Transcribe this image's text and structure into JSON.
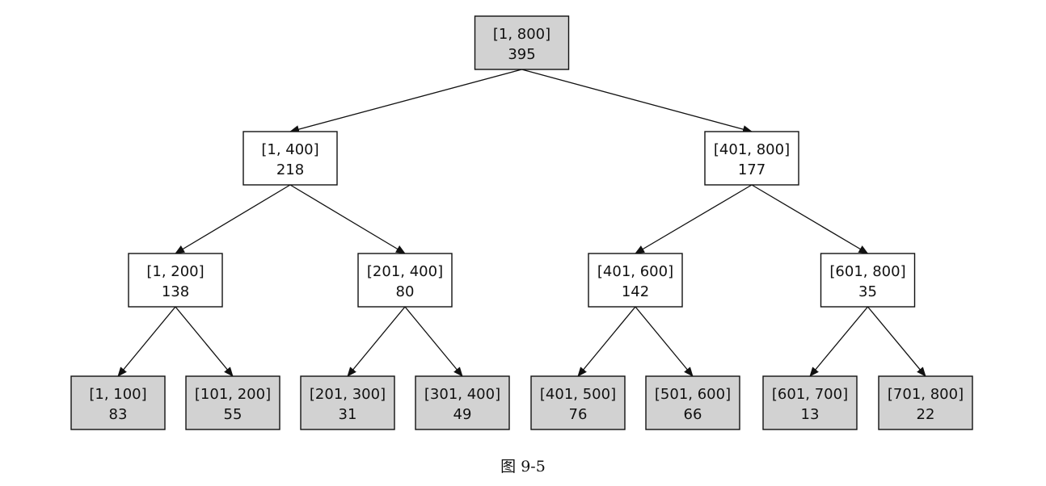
{
  "colors": {
    "shaded_fill": "#d2d2d2",
    "plain_fill": "#ffffff",
    "stroke": "#111111"
  },
  "caption": "图 9-5",
  "tree": {
    "nodes": [
      {
        "id": "n-1-800",
        "range": "[1, 800]",
        "value": "395",
        "shaded": true
      },
      {
        "id": "n-1-400",
        "range": "[1, 400]",
        "value": "218",
        "shaded": false
      },
      {
        "id": "n-401-800",
        "range": "[401, 800]",
        "value": "177",
        "shaded": false
      },
      {
        "id": "n-1-200",
        "range": "[1, 200]",
        "value": "138",
        "shaded": false
      },
      {
        "id": "n-201-400",
        "range": "[201, 400]",
        "value": "80",
        "shaded": false
      },
      {
        "id": "n-401-600",
        "range": "[401, 600]",
        "value": "142",
        "shaded": false
      },
      {
        "id": "n-601-800",
        "range": "[601, 800]",
        "value": "35",
        "shaded": false
      },
      {
        "id": "n-1-100",
        "range": "[1, 100]",
        "value": "83",
        "shaded": true
      },
      {
        "id": "n-101-200",
        "range": "[101, 200]",
        "value": "55",
        "shaded": true
      },
      {
        "id": "n-201-300",
        "range": "[201, 300]",
        "value": "31",
        "shaded": true
      },
      {
        "id": "n-301-400",
        "range": "[301, 400]",
        "value": "49",
        "shaded": true
      },
      {
        "id": "n-401-500",
        "range": "[401, 500]",
        "value": "76",
        "shaded": true
      },
      {
        "id": "n-501-600",
        "range": "[501, 600]",
        "value": "66",
        "shaded": true
      },
      {
        "id": "n-601-700",
        "range": "[601, 700]",
        "value": "13",
        "shaded": true
      },
      {
        "id": "n-701-800",
        "range": "[701, 800]",
        "value": "22",
        "shaded": true
      }
    ],
    "edges": [
      {
        "from": "n-1-800",
        "to": "n-1-400"
      },
      {
        "from": "n-1-800",
        "to": "n-401-800"
      },
      {
        "from": "n-1-400",
        "to": "n-1-200"
      },
      {
        "from": "n-1-400",
        "to": "n-201-400"
      },
      {
        "from": "n-401-800",
        "to": "n-401-600"
      },
      {
        "from": "n-401-800",
        "to": "n-601-800"
      },
      {
        "from": "n-1-200",
        "to": "n-1-100"
      },
      {
        "from": "n-1-200",
        "to": "n-101-200"
      },
      {
        "from": "n-201-400",
        "to": "n-201-300"
      },
      {
        "from": "n-201-400",
        "to": "n-301-400"
      },
      {
        "from": "n-401-600",
        "to": "n-401-500"
      },
      {
        "from": "n-401-600",
        "to": "n-501-600"
      },
      {
        "from": "n-601-800",
        "to": "n-601-700"
      },
      {
        "from": "n-601-800",
        "to": "n-701-800"
      }
    ]
  }
}
